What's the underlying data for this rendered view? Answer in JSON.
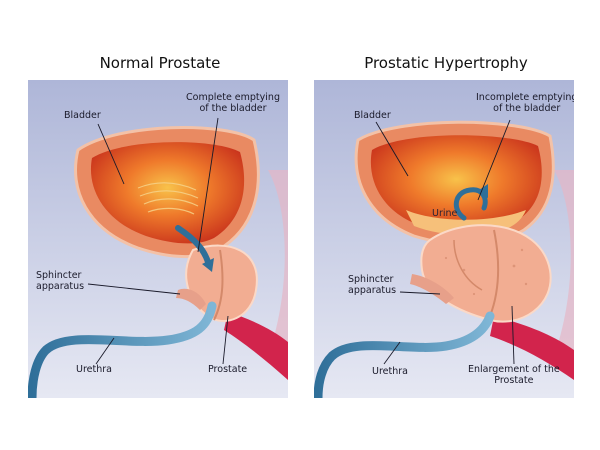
{
  "left": {
    "title": "Normal Prostate",
    "bladder": "Bladder",
    "emptying_1": "Complete emptying",
    "emptying_2": "of the bladder",
    "sphincter_1": "Sphincter",
    "sphincter_2": "apparatus",
    "urethra": "Urethra",
    "prostate": "Prostate"
  },
  "right": {
    "title": "Prostatic Hypertrophy",
    "bladder": "Bladder",
    "emptying_1": "Incomplete emptying",
    "emptying_2": "of the bladder",
    "urine": "Urine",
    "sphincter_1": "Sphincter",
    "sphincter_2": "apparatus",
    "urethra": "Urethra",
    "enlargement_1": "Enlargement of the",
    "enlargement_2": "Prostate"
  },
  "colors": {
    "panel_bg_top": "#b9c0dd",
    "panel_bg_bottom": "#e4e7f3",
    "bladder_wall": "#e98a62",
    "bladder_inner": "#f7b23a",
    "prostate": "#f2ad92",
    "urethra": "#3b7fa8"
  }
}
